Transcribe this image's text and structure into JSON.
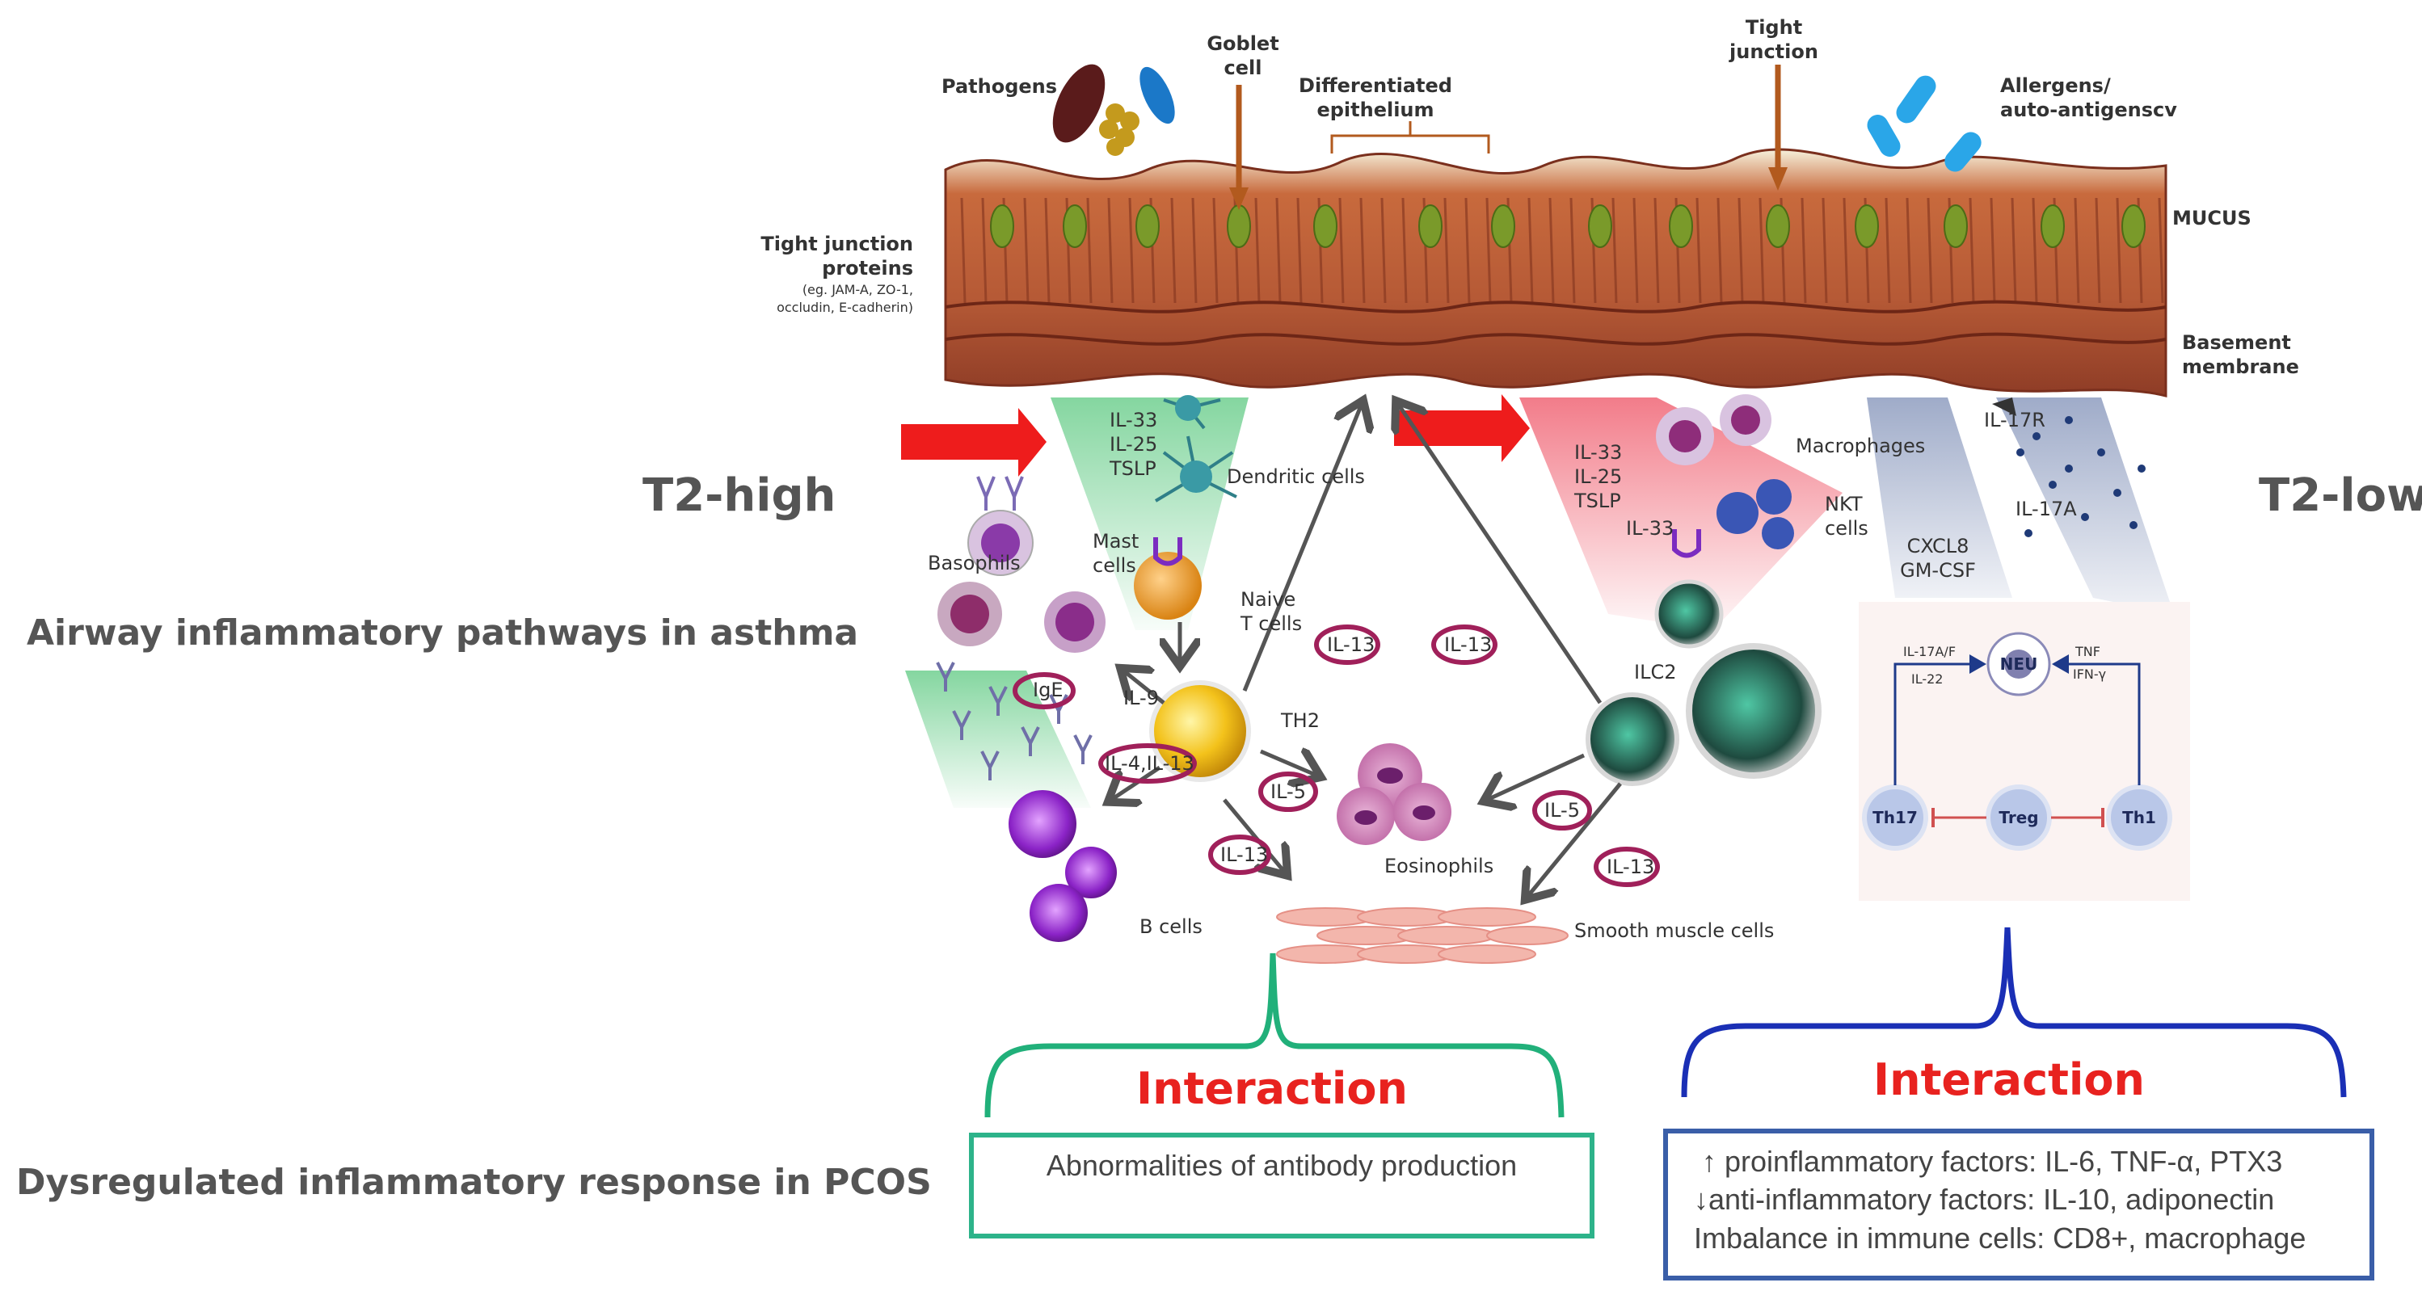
{
  "labels": {
    "pathogens": "Pathogens",
    "goblet_cell": [
      "Goblet",
      "cell"
    ],
    "differentiated_epithelium": [
      "Differentiated",
      "epithelium"
    ],
    "tight_junction": [
      "Tight",
      "junction"
    ],
    "allergens": [
      "Allergens/",
      "auto-antigenscv"
    ],
    "mucus": "MUCUS",
    "basement_membrane": [
      "Basement",
      "membrane"
    ],
    "tight_junction_proteins": [
      "Tight junction",
      "proteins"
    ],
    "tjp_examples": [
      "(eg. JAM-A, ZO-1,",
      "occludin, E-cadherin)"
    ],
    "t2_high": "T2-high",
    "t2_low": "T2-low",
    "airway_pathways": "Airway inflammatory pathways in asthma",
    "dysregulated_pcos": "Dysregulated inflammatory response in PCOS",
    "left_cytokines": [
      "IL-33",
      "IL-25",
      "TSLP"
    ],
    "dendritic_cells": "Dendritic cells",
    "mast_cells": [
      "Mast",
      "cells"
    ],
    "basophils": "Basophils",
    "naive_t_cells": [
      "Naive",
      "T cells"
    ],
    "ige": "IgE",
    "il9": "IL-9",
    "il4_il13": "IL-4,IL-13",
    "th2": "TH2",
    "il13_mid_left": "IL-13",
    "il13_mid_right": "IL-13",
    "il5_left": "IL-5",
    "il13_low_left": "IL-13",
    "b_cells": "B cells",
    "eosinophils": "Eosinophils",
    "smooth_muscle_cells": "Smooth muscle cells",
    "il5_right": "IL-5",
    "il13_right": "IL-13",
    "right_cytokines": [
      "IL-33",
      "IL-25",
      "TSLP"
    ],
    "macrophages": "Macrophages",
    "nkt_cells": [
      "NKT",
      "cells"
    ],
    "il33_right": "IL-33",
    "ilc2": "ILC2",
    "cxcl8": [
      "CXCL8",
      "GM-CSF"
    ],
    "il17r": "IL-17R",
    "il17a": "IL-17A",
    "il17af": [
      "IL-17A/F",
      "IL-22"
    ],
    "tnf": [
      "TNF",
      "IFN-γ"
    ],
    "neu": "NEU",
    "th17": "Th17",
    "treg": "Treg",
    "th1": "Th1"
  },
  "interaction_left": {
    "title": "Interaction",
    "text": "Abnormalities of antibody production"
  },
  "interaction_right": {
    "title": "Interaction",
    "lines": [
      "↑ proinflammatory factors: IL-6, TNF-α, PTX3",
      "↓anti-inflammatory factors: IL-10, adiponectin",
      "Imbalance in immune cells: CD8+, macrophage"
    ]
  },
  "colors": {
    "interaction_red": "#e8221f",
    "green_bracket": "#21b07a",
    "teal_box": "#2db38a",
    "blue_bracket": "#1a2fb5",
    "blue_box": "#3a5ea8",
    "arrow_red": "#ee1c1c",
    "arrow_gray": "#555555",
    "oval": "#a0205a"
  }
}
